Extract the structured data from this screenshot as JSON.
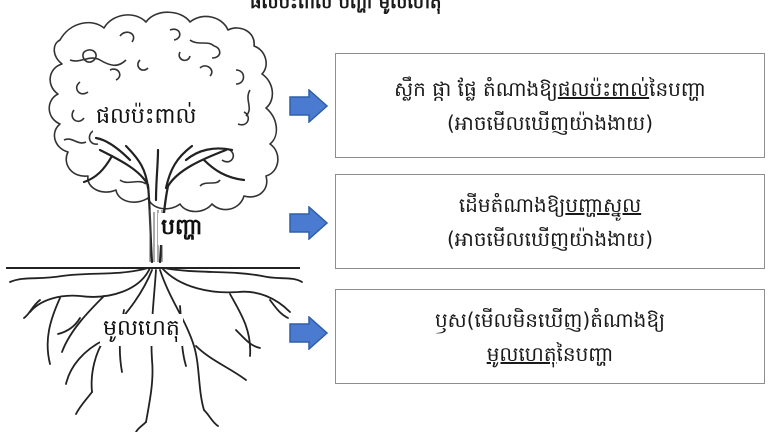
{
  "title": "ផលប៉ះពាល់ បញ្ហា មូលហេតុ",
  "tree": {
    "fruit_label": "ផលប៉ះពាល់",
    "trunk_label": "បញ្ហា",
    "root_label": "មូលហេតុ"
  },
  "colors": {
    "arrow_fill": "#4a7bd0",
    "arrow_stroke": "#2f5fa8",
    "box_border": "#8e8e8e"
  },
  "boxes": [
    {
      "line1_pre": "ស្លឹក ផ្កា ផ្លែ តំណាងឱ្យ",
      "line1_key": "ផលប៉ះពាល់",
      "line1_post": "នៃបញ្ហា",
      "line2": "(អាចមើលឃើញយ៉ាងងាយ)"
    },
    {
      "line1_pre": "ដើមតំណាងឱ្យ",
      "line1_key": "បញ្ហាស្នូល",
      "line1_post": "",
      "line2": "(អាចមើលឃើញយ៉ាងងាយ)"
    },
    {
      "line1_pre": "ឫស(មើលមិនឃើញ)តំណាងឱ្យ",
      "line1_key": "",
      "line1_post": "",
      "line2_key": "មូលហេតុ",
      "line2_post": "នៃបញ្ហា"
    }
  ]
}
